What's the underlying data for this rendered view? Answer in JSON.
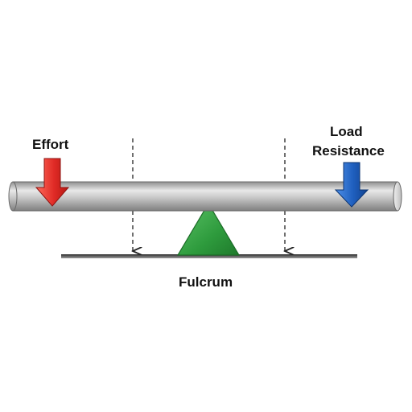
{
  "labels": {
    "effort": "Effort",
    "load": "Load",
    "resistance": "Resistance",
    "fulcrum": "Fulcrum"
  },
  "colors": {
    "effort_arrow": "#e02b26",
    "load_arrow": "#1f5fbe",
    "fulcrum": "#2e9b3d",
    "lever": "#b9b9b9",
    "ground": "#555555",
    "guide_lines": "#222222"
  }
}
